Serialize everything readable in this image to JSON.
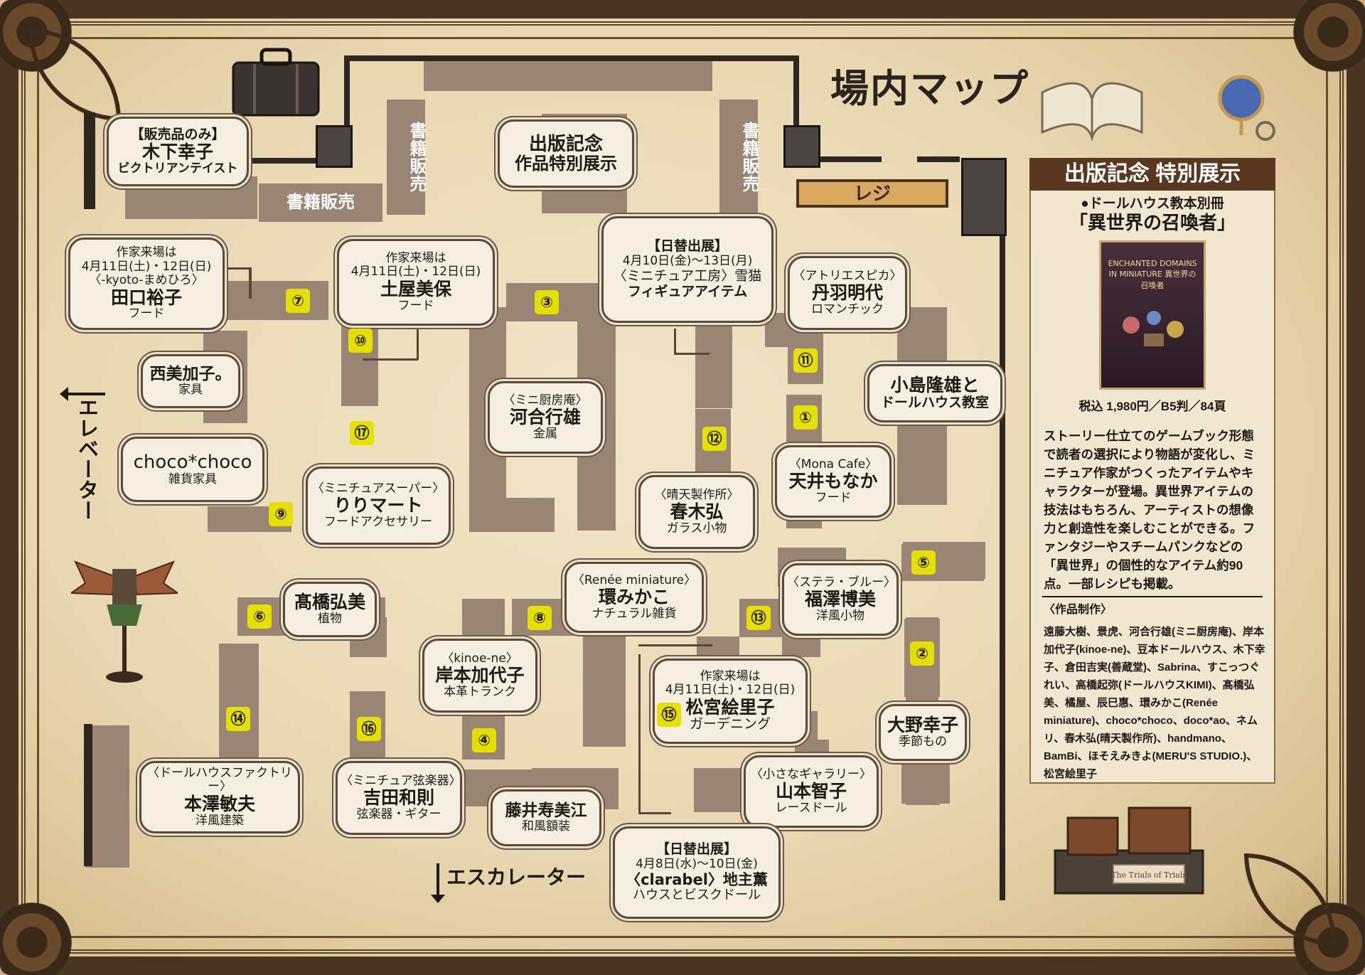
{
  "title": "場内マップ",
  "reji": "レジ",
  "book_sales": {
    "horizontal": "書籍販売",
    "vertical_left": "書籍販売",
    "vertical_right": "書籍販売"
  },
  "elevator": "エレベーター",
  "escalator": "エスカレーター",
  "booths": [
    {
      "id": "kinoshita",
      "l1": "【販売品のみ】",
      "name": "木下幸子",
      "l3": "ビクトリアンテイスト"
    },
    {
      "id": "shuppan",
      "name": "出版記念",
      "l3": "作品特別展示"
    },
    {
      "id": "taguchi",
      "l1": "作家来場は",
      "l1b": "4月11日(土)・12日(日)",
      "l1c": "〈-kyoto-まめひろ〉",
      "name": "田口裕子",
      "l3": "フード"
    },
    {
      "id": "tsuchiya",
      "l1": "作家来場は",
      "l1b": "4月11日(土)・12日(日)",
      "name": "土屋美保",
      "l3": "フード"
    },
    {
      "id": "yukineko",
      "l1": "【日替出展】",
      "l1b": "4月10日(金)〜13日(月)",
      "l1c": "〈ミニチュア工房〉雪猫",
      "name": "フィギュアアイテム"
    },
    {
      "id": "niwa",
      "l1": "〈アトリエスピカ〉",
      "name": "丹羽明代",
      "l3": "ロマンチック"
    },
    {
      "id": "nishimi",
      "name": "西美加子。",
      "l3": "家具"
    },
    {
      "id": "kawai",
      "l1": "〈ミニ厨房庵〉",
      "name": "河合行雄",
      "l3": "金属"
    },
    {
      "id": "kojima",
      "name": "小島隆雄と",
      "l3": "ドールハウス教室"
    },
    {
      "id": "choco",
      "name": "choco*choco",
      "l3": "雑貨家具"
    },
    {
      "id": "ririmart",
      "l1": "〈ミニチュアスーパー〉",
      "name": "りりマート",
      "l3": "フードアクセサリー"
    },
    {
      "id": "haruki",
      "l1": "〈晴天製作所〉",
      "name": "春木弘",
      "l3": "ガラス小物"
    },
    {
      "id": "amai",
      "l1": "〈Mona Cafe〉",
      "name": "天井もなか",
      "l3": "フード"
    },
    {
      "id": "takahashi",
      "name": "髙橋弘美",
      "l3": "植物"
    },
    {
      "id": "tamaki",
      "l1": "〈Renée miniature〉",
      "name": "環みかこ",
      "l3": "ナチュラル雑貨"
    },
    {
      "id": "fukuzawa",
      "l1": "〈ステラ・ブルー〉",
      "name": "福澤博美",
      "l3": "洋風小物"
    },
    {
      "id": "kishimoto",
      "l1": "〈kinoe-ne〉",
      "name": "岸本加代子",
      "l3": "本革トランク"
    },
    {
      "id": "matsumiya",
      "l1": "作家来場は",
      "l1b": "4月11日(土)・12日(日)",
      "name": "松宮絵里子",
      "l3": "ガーデニング"
    },
    {
      "id": "ono",
      "name": "大野幸子",
      "l3": "季節もの"
    },
    {
      "id": "honzawa",
      "l1": "〈ドールハウスファクトリー〉",
      "name": "本澤敏夫",
      "l3": "洋風建築"
    },
    {
      "id": "yoshida",
      "l1": "〈ミニチュア弦楽器〉",
      "name": "吉田和則",
      "l3": "弦楽器・ギター"
    },
    {
      "id": "fujii",
      "name": "藤井寿美江",
      "l3": "和風額装"
    },
    {
      "id": "yamamoto",
      "l1": "〈小さなギャラリー〉",
      "name": "山本智子",
      "l3": "レースドール"
    },
    {
      "id": "jinushi",
      "l1": "【日替出展】",
      "l1b": "4月8日(水)〜10日(金)",
      "l1c": "〈clarabel〉地主薫",
      "name": "ハウスとビスクドール"
    }
  ],
  "numbers": [
    "①",
    "②",
    "③",
    "④",
    "⑤",
    "⑥",
    "⑦",
    "⑧",
    "⑨",
    "⑩",
    "⑪",
    "⑫",
    "⑬",
    "⑭",
    "⑮",
    "⑯",
    "⑰"
  ],
  "panel": {
    "heading": "出版記念 特別展示",
    "series": "●ドールハウス教本別冊",
    "book_title": "「異世界の召喚者」",
    "cover_text": "ENCHANTED DOMAINS IN MINIATURE 異世界の召喚者",
    "price": "税込 1,980円／B5判／84頁",
    "description": "ストーリー仕立てのゲームブック形態で読者の選択により物語が変化し、ミニチュア作家がつくったアイテムやキャラクターが登場。異世界アイテムの技法はもちろん、アーティストの想像力と創造性を楽しむことができる。ファンタジーやスチームパンクなどの「異世界」の個性的なアイテム約90点。一部レシピも掲載。",
    "credit_heading": "〈作品制作〉",
    "credits": "遠藤大樹、景虎、河合行雄(ミニ厨房庵)、岸本加代子(kinoe-ne)、豆本ドールハウス、木下幸子、倉田吉実(善蔵堂)、Sabrina、すこっつぐれい、高橋起弥(ドールハウスKIMI)、髙橋弘美、橘屋、辰巳惠、環みかこ(Renée miniature)、choco*choco、doco*ao、ネムリ、春木弘(晴天製作所)、handmano、BamBi、ほそえみきよ(MERU'S STUDIO.)、松宮絵里子",
    "chest_label": "The Trials of Trials"
  },
  "colors": {
    "corridor": "#9a8574",
    "wall": "#2f2622",
    "badge": "#e6e000",
    "panel_head": "#5a3720",
    "reji": "#d9a860"
  }
}
